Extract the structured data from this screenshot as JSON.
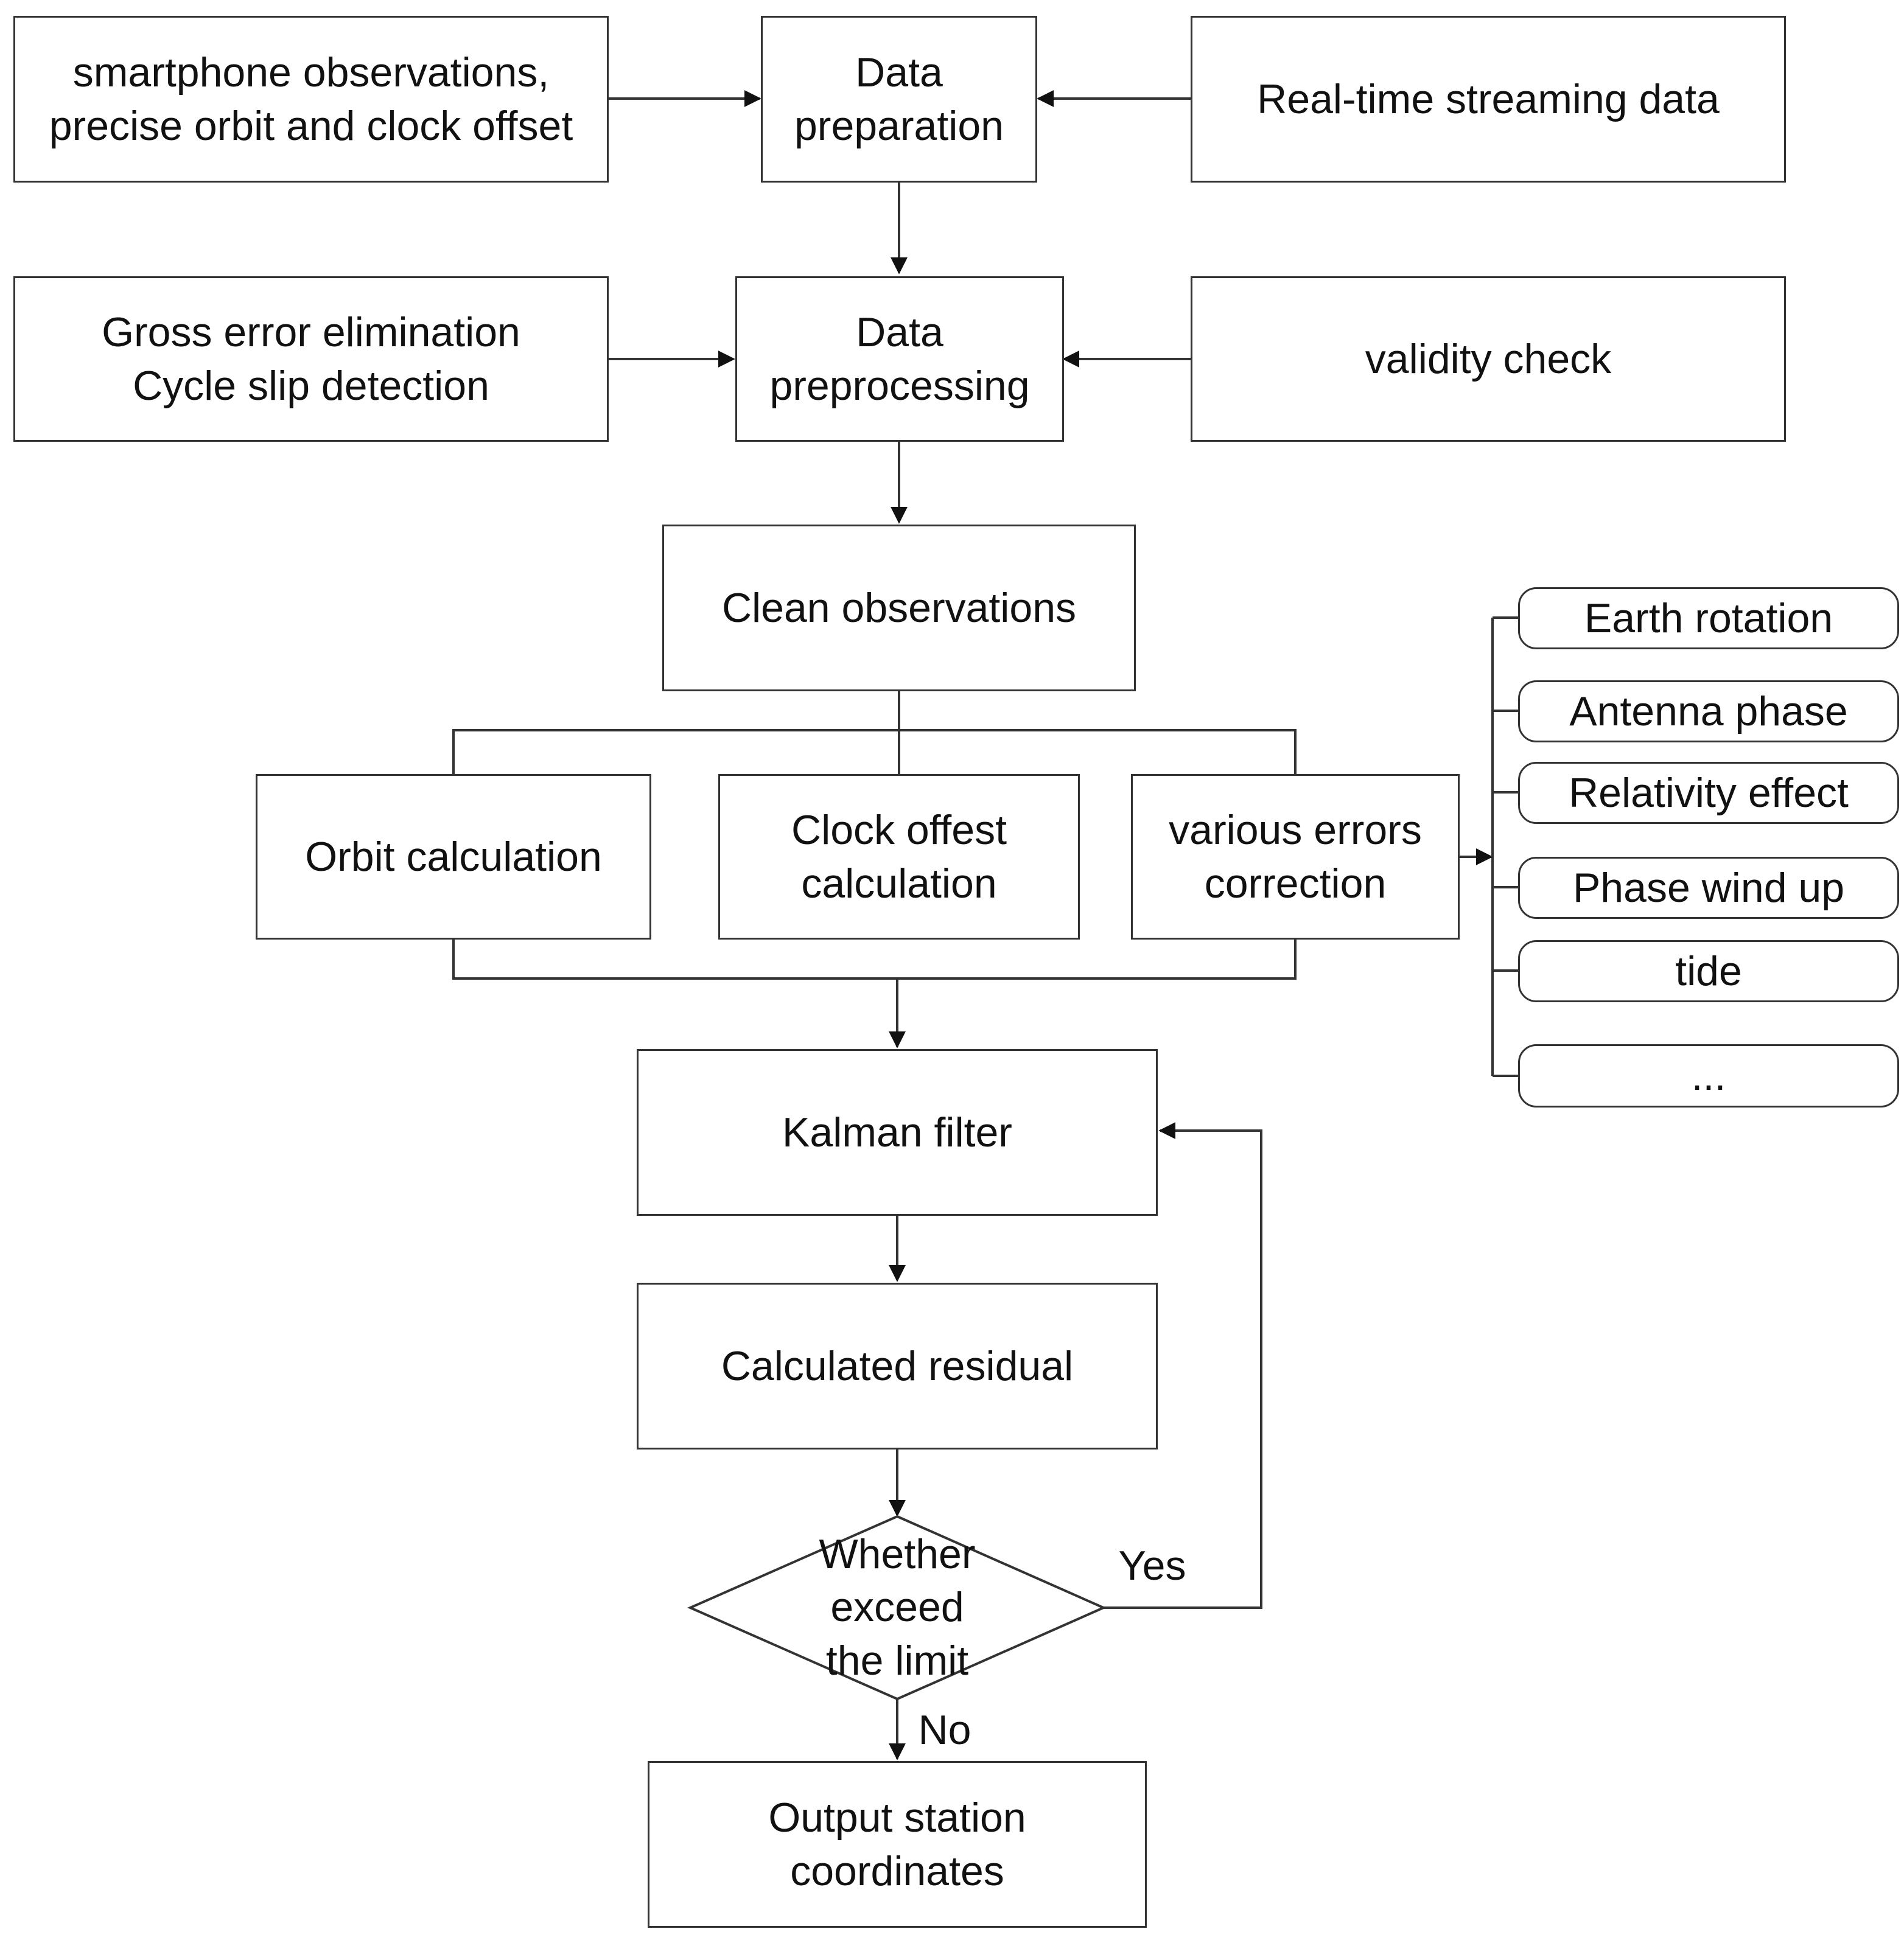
{
  "nodes": {
    "inputs": "smartphone observations,\nprecise orbit and clock offset",
    "data_preparation": "Data\npreparation",
    "realtime_stream": "Real-time streaming data",
    "gross_error": "Gross error elimination\nCycle slip detection",
    "data_preprocessing": "Data\npreprocessing",
    "validity_check": "validity check",
    "clean_observations": "Clean observations",
    "orbit_calculation": "Orbit calculation",
    "clock_calculation": "Clock offest\ncalculation",
    "errors_correction": "various errors\ncorrection",
    "kalman_filter": "Kalman filter",
    "calculated_residual": "Calculated residual",
    "decision": "Whether\nexceed\nthe limit",
    "output": "Output station\ncoordinates"
  },
  "corrections": [
    "Earth rotation",
    "Antenna phase",
    "Relativity effect",
    "Phase wind up",
    "tide",
    "..."
  ],
  "edge_labels": {
    "yes": "Yes",
    "no": "No"
  }
}
